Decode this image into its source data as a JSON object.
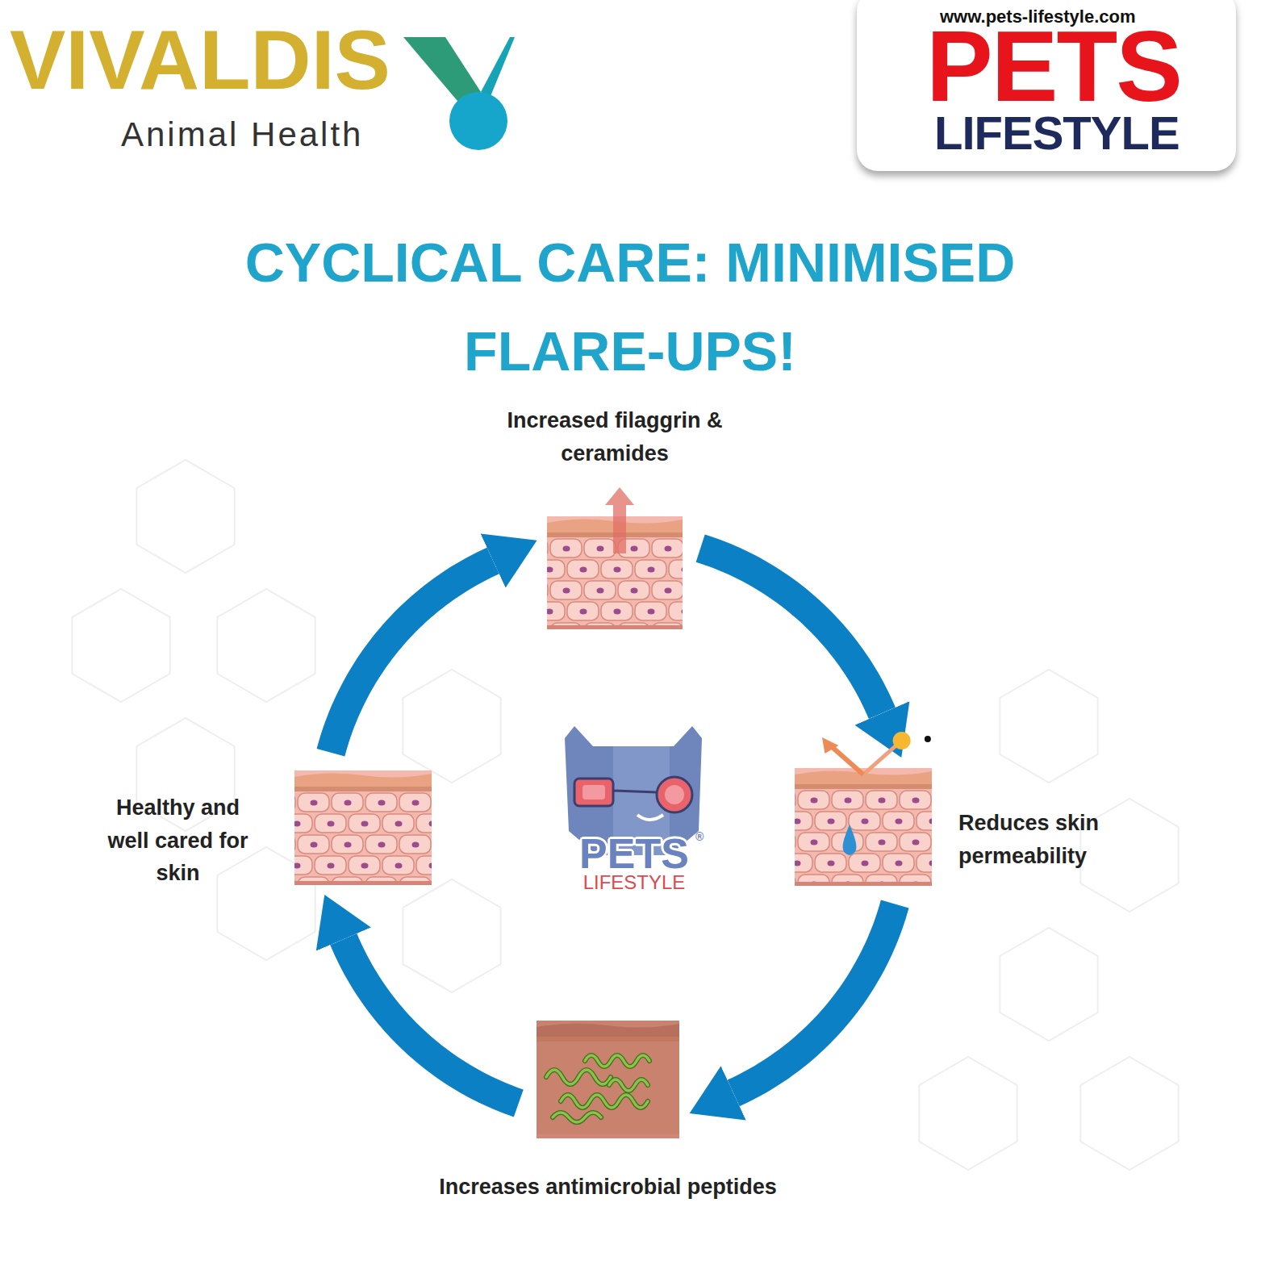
{
  "diagram": {
    "title": "CYCLICAL CARE: MINIMISED FLARE-UPS!",
    "nodes": [
      {
        "text": [
          "Increased filaggrin & ceramides"
        ]
      },
      {
        "text": [
          "Healthy and well cared for skin"
        ]
      },
      {
        "text": [
          "Reduces skin permeability"
        ]
      },
      {
        "text": [
          "Increases antimicrobial peptides"
        ]
      }
    ],
    "edges": [
      {
        "from": 0,
        "to": 2,
        "arrow": "to"
      },
      {
        "from": 2,
        "to": 3,
        "arrow": "to"
      },
      {
        "from": 3,
        "to": 1,
        "arrow": "to"
      },
      {
        "from": 1,
        "to": 0,
        "arrow": "to"
      }
    ],
    "labels": [
      "VIVALDIS",
      "Animal Health",
      "www.pets-lifestyle.com",
      "PETS",
      "LIFESTYLE",
      "PETS",
      "®",
      "LIFESTYLE"
    ]
  }
}
